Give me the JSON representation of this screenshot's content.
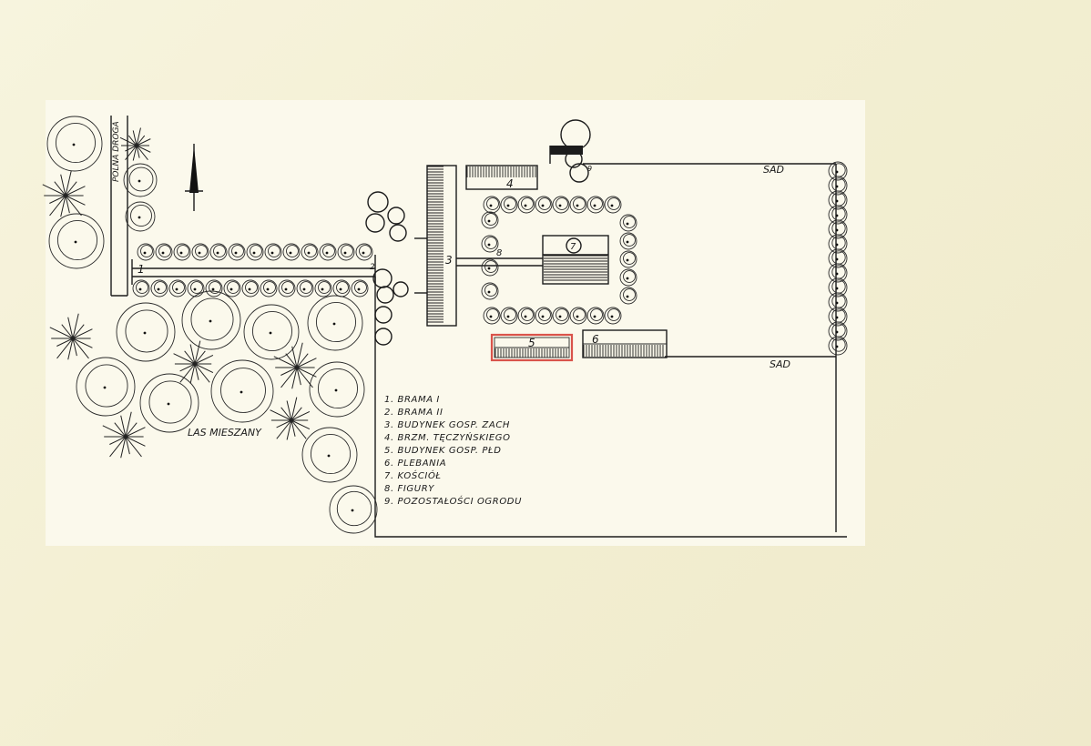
{
  "labels": {
    "sad_top": "SAD",
    "sad_bottom": "SAD",
    "las": "LAS MIESZANY",
    "road": "POLNA DROGA"
  },
  "building_numbers": {
    "b1": "1",
    "b2": "2",
    "b3": "3",
    "b4": "4",
    "b5": "5",
    "b6": "6",
    "b7": "7",
    "b8": "8",
    "b9": "9"
  },
  "legend": [
    "1. BRAMA I",
    "2. BRAMA II",
    "3. BUDYNEK GOSP. ZACH",
    "4. BRZM. TĘCZYŃSKIEGO",
    "5. BUDYNEK GOSP. PŁD",
    "6. PLEBANIA",
    "7. KOŚCIÓŁ",
    "8. FIGURY",
    "9. POZOSTAŁOŚCI OGRODU"
  ],
  "colors": {
    "paper": "#f3efd3",
    "ink": "#1c1c1c",
    "highlight": "#d9534a"
  }
}
